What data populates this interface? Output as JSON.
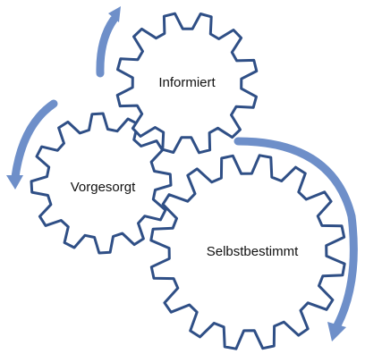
{
  "gears": [
    {
      "id": "informiert",
      "label": "Informiert"
    },
    {
      "id": "vorgesorgt",
      "label": "Vorgesorgt"
    },
    {
      "id": "selbstbestimmt",
      "label": "Selbstbestimmt"
    }
  ],
  "colors": {
    "gear_stroke": "#2f4f86",
    "gear_fill": "#ffffff",
    "arrow": "#6e8fc9",
    "text": "#111111"
  },
  "icons": {
    "cycle_arrow": "curved-arrow-icon"
  }
}
